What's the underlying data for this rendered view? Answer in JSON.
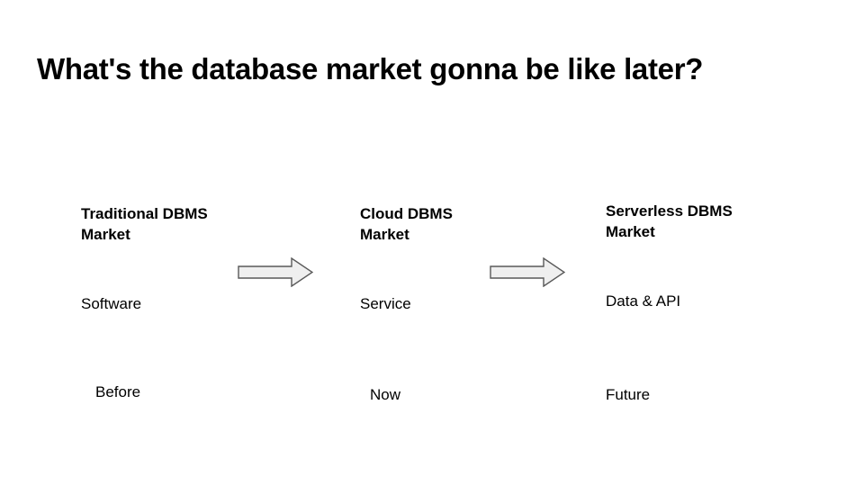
{
  "slide": {
    "title": "What's the database market gonna be like later?",
    "background_color": "#FFFFFF",
    "text_color": "#000000"
  },
  "stages": [
    {
      "heading": "Traditional DBMS\nMarket",
      "value": "Software",
      "time": "Before"
    },
    {
      "heading": "Cloud DBMS\nMarket",
      "value": "Service",
      "time": "Now"
    },
    {
      "heading": "Serverless DBMS\nMarket",
      "value": "Data & API",
      "time": "Future"
    }
  ],
  "arrows": [
    {
      "name": "arrow-traditional-to-cloud",
      "direction": "right"
    },
    {
      "name": "arrow-cloud-to-serverless",
      "direction": "right"
    }
  ],
  "arrow_style": {
    "fill": "#EFEFEF",
    "stroke": "#595959"
  }
}
